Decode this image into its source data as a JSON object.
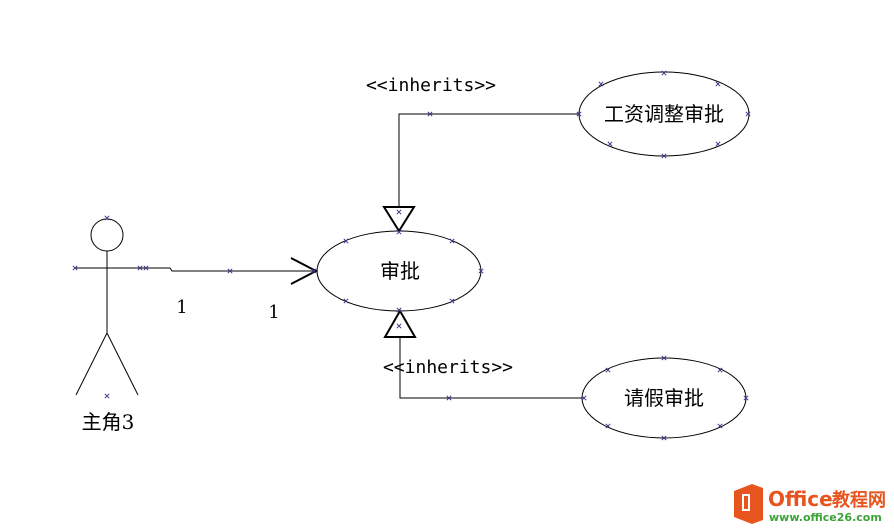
{
  "diagram": {
    "actor": {
      "name": "主角3"
    },
    "use_cases": {
      "approval": "审批",
      "salary_adjustment": "工资调整审批",
      "leave": "请假审批"
    },
    "association": {
      "multiplicity_actor_end": "1",
      "multiplicity_usecase_end": "1"
    },
    "generalizations": {
      "upper_stereotype": "<<inherits>>",
      "lower_stereotype": "<<inherits>>"
    }
  },
  "watermark": {
    "brand_main": "Office",
    "brand_suffix": "教程网",
    "url": "www.office26.com",
    "colors": {
      "orange": "#e8541e",
      "green": "#3aa335"
    }
  },
  "colors": {
    "line": "#000000",
    "handle": "#3a3a8c"
  }
}
